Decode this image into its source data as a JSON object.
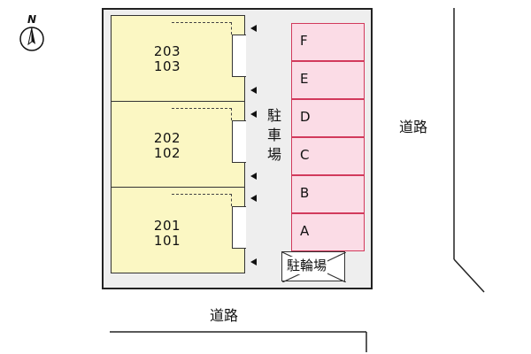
{
  "compass": {
    "label": "N",
    "icon": "north-arrow-icon"
  },
  "units": [
    {
      "upper": "203",
      "lower": "103"
    },
    {
      "upper": "202",
      "lower": "102"
    },
    {
      "upper": "201",
      "lower": "101"
    }
  ],
  "parking": {
    "label_chars": [
      "駐",
      "車",
      "場"
    ],
    "spaces": [
      "F",
      "E",
      "D",
      "C",
      "B",
      "A"
    ]
  },
  "bicycle_parking": {
    "label": "駐輪場"
  },
  "roads": {
    "right": "道路",
    "bottom": "道路"
  },
  "colors": {
    "building_fill": "#fbf7c3",
    "parking_fill": "#fbdce6",
    "parking_border": "#d23a5c",
    "site_fill": "#eeeeee"
  }
}
